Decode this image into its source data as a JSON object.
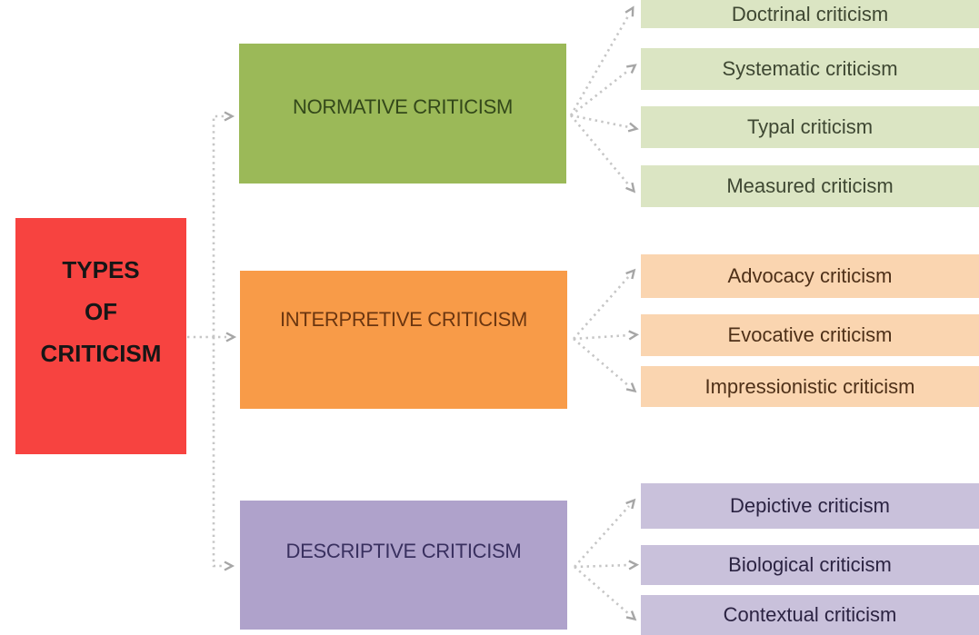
{
  "root": {
    "label": "TYPES OF CRITICISM",
    "label_lines": [
      "TYPES",
      "OF",
      "CRITICISM"
    ]
  },
  "branches": [
    {
      "label": "NORMATIVE CRITICISM",
      "children": [
        "Doctrinal criticism",
        "Systematic criticism",
        "Typal criticism",
        "Measured criticism"
      ]
    },
    {
      "label": "INTERPRETIVE CRITICISM",
      "children": [
        "Advocacy criticism",
        "Evocative criticism",
        "Impressionistic criticism"
      ]
    },
    {
      "label": "DESCRIPTIVE CRITICISM",
      "children": [
        "Depictive criticism",
        "Biological criticism",
        "Contextual criticism"
      ]
    }
  ],
  "colors": {
    "root_fill": "#F74340",
    "root_text": "#161616",
    "normative_fill": "#9BB958",
    "normative_text": "#33481A",
    "normative_child_fill": "#DBE5C3",
    "normative_child_text": "#3E4732",
    "interpretive_fill": "#F89B48",
    "interpretive_text": "#6B3610",
    "interpretive_child_fill": "#FAD5B0",
    "interpretive_child_text": "#4E3018",
    "descriptive_fill": "#AFA2CB",
    "descriptive_text": "#39305F",
    "descriptive_child_fill": "#C9C1DB",
    "descriptive_child_text": "#2B2342",
    "connector_dots": "#C6C6C6",
    "arrowhead": "#A6A6A6"
  }
}
